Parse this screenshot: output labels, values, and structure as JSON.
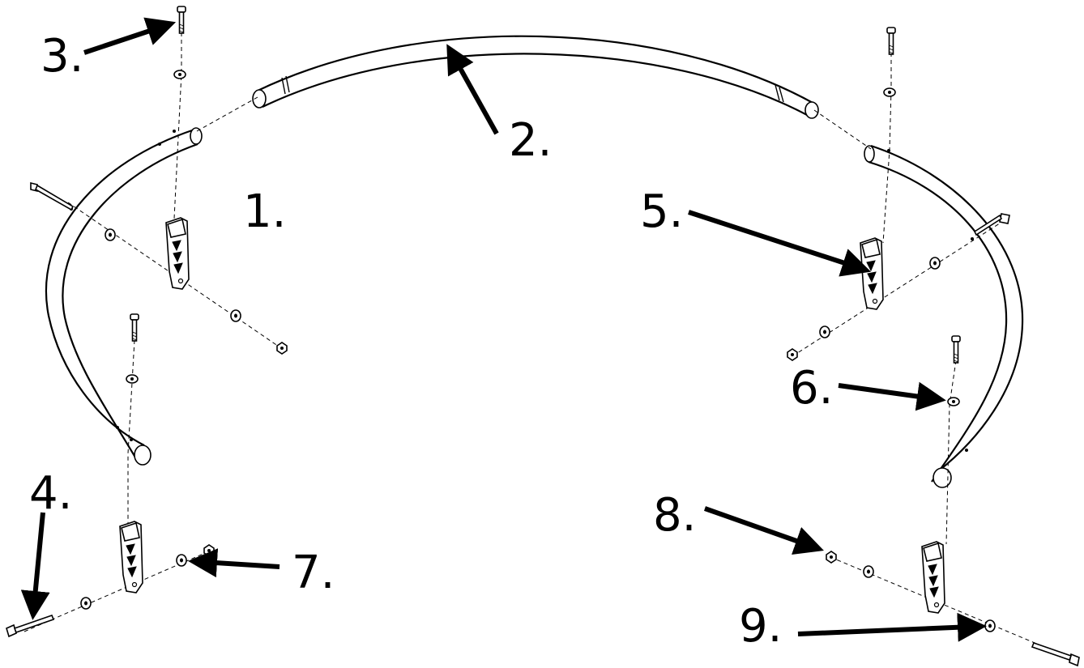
{
  "colors": {
    "line": "#000000",
    "background": "#ffffff"
  },
  "callouts": [
    {
      "id": "1",
      "label": "1."
    },
    {
      "id": "2",
      "label": "2."
    },
    {
      "id": "3",
      "label": "3."
    },
    {
      "id": "4",
      "label": "4."
    },
    {
      "id": "5",
      "label": "5."
    },
    {
      "id": "6",
      "label": "6."
    },
    {
      "id": "7",
      "label": "7."
    },
    {
      "id": "8",
      "label": "8."
    },
    {
      "id": "9",
      "label": "9."
    }
  ]
}
